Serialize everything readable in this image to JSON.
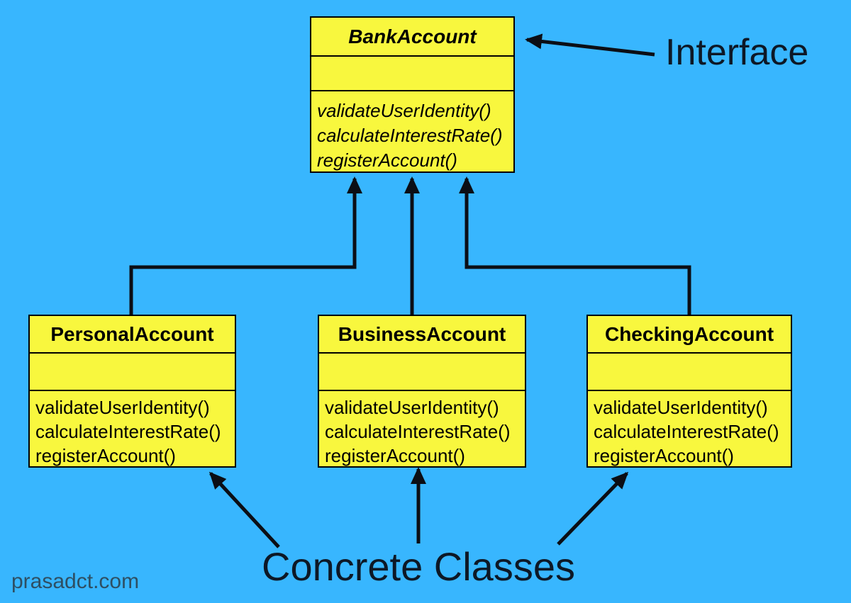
{
  "canvas": {
    "background_color": "#38b6fe",
    "class_fill_color": "#f8f73e",
    "line_color": "#0b0e15",
    "label_color": "#0d1826",
    "watermark_color": "#2e4f63",
    "watermark": "prasadct.com"
  },
  "labels": {
    "interface": "Interface",
    "concrete": "Concrete Classes"
  },
  "interface_class": {
    "name": "BankAccount",
    "methods": [
      "validateUserIdentity()",
      "calculateInterestRate()",
      "registerAccount()"
    ]
  },
  "concrete_classes": [
    {
      "name": "PersonalAccount",
      "methods": [
        "validateUserIdentity()",
        "calculateInterestRate()",
        "registerAccount()"
      ]
    },
    {
      "name": "BusinessAccount",
      "methods": [
        "validateUserIdentity()",
        "calculateInterestRate()",
        "registerAccount()"
      ]
    },
    {
      "name": "CheckingAccount",
      "methods": [
        "validateUserIdentity()",
        "calculateInterestRate()",
        "registerAccount()"
      ]
    }
  ]
}
